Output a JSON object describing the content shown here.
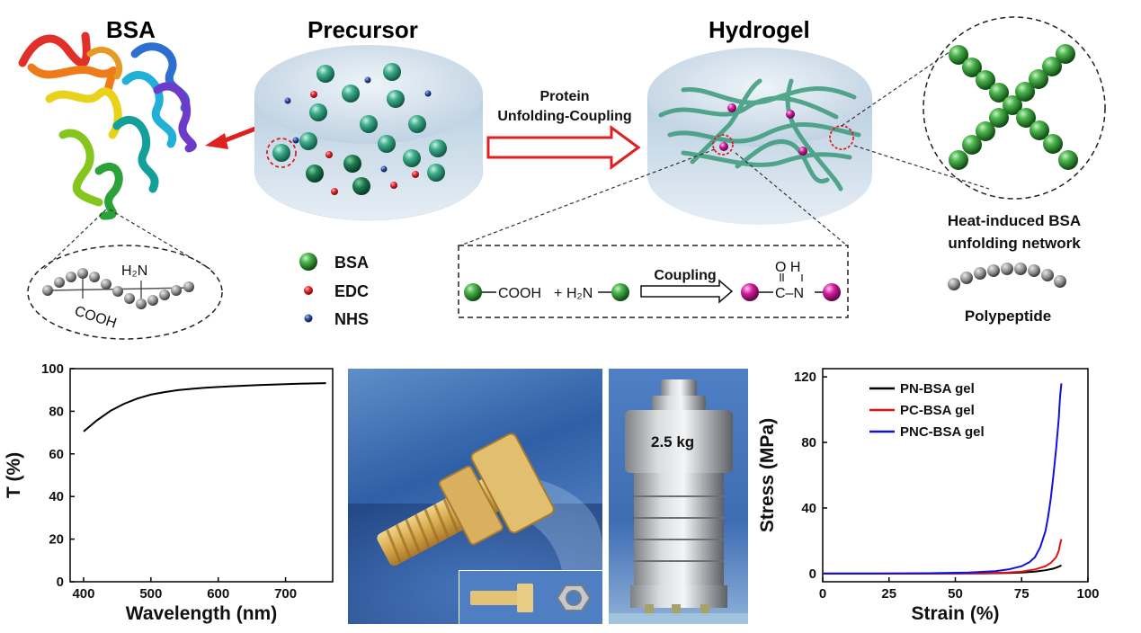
{
  "top": {
    "bsa_title": "BSA",
    "precursor_title": "Precursor",
    "hydrogel_title": "Hydrogel",
    "arrow_label_line1": "Protein",
    "arrow_label_line2": "Unfolding-Coupling",
    "bsa_chain_nh2": "H₂N",
    "bsa_chain_cooh": "COOH",
    "legend": [
      {
        "label": "BSA",
        "color": "#2e8b3a"
      },
      {
        "label": "EDC",
        "color": "#e0202a"
      },
      {
        "label": "NHS",
        "color": "#1f3c8f"
      }
    ],
    "reaction": {
      "left_group": "COOH",
      "plus": "+",
      "amine": "H₂N",
      "arrow_label": "Coupling",
      "product_top": "O  H",
      "product_mid": "C–N"
    },
    "network_caption_line1": "Heat-induced BSA",
    "network_caption_line2": "unfolding network",
    "polypeptide_label": "Polypeptide"
  },
  "photos": {
    "weight_label": "2.5 kg"
  },
  "chart_data": [
    {
      "type": "line",
      "xlabel": "Wavelength (nm)",
      "ylabel": "T (%)",
      "xlim": [
        380,
        770
      ],
      "ylim": [
        0,
        100
      ],
      "xticks": [
        "400",
        "500",
        "600",
        "700"
      ],
      "yticks": [
        "0",
        "20",
        "40",
        "60",
        "80",
        "100"
      ],
      "series": [
        {
          "color": "#000000",
          "x": [
            400,
            420,
            440,
            460,
            480,
            500,
            520,
            540,
            560,
            580,
            600,
            630,
            660,
            690,
            720,
            760
          ],
          "y": [
            70.5,
            75.8,
            80.2,
            83.5,
            86.0,
            87.8,
            89.0,
            89.9,
            90.5,
            91.0,
            91.4,
            91.9,
            92.3,
            92.6,
            92.9,
            93.2
          ]
        }
      ]
    },
    {
      "type": "line",
      "xlabel": "Strain (%)",
      "ylabel": "Stress (MPa)",
      "xlim": [
        0,
        100
      ],
      "ylim": [
        -5,
        125
      ],
      "xticks": [
        "0",
        "25",
        "50",
        "75",
        "100"
      ],
      "yticks": [
        "0",
        "40",
        "80",
        "120"
      ],
      "legend_position": "top-right",
      "series": [
        {
          "name": "PN-BSA gel",
          "color": "#000000",
          "x": [
            0,
            20,
            40,
            60,
            70,
            75,
            80,
            84,
            87,
            89,
            90
          ],
          "y": [
            0,
            0,
            0,
            0.1,
            0.3,
            0.6,
            1.2,
            2.0,
            3.0,
            4.2,
            5.0
          ]
        },
        {
          "name": "PC-BSA gel",
          "color": "#e01010",
          "x": [
            0,
            20,
            40,
            60,
            70,
            75,
            80,
            84,
            86,
            88,
            89,
            89.5,
            90
          ],
          "y": [
            0,
            0,
            0,
            0.2,
            0.6,
            1.2,
            2.5,
            4.5,
            6.5,
            10,
            14,
            18,
            21
          ]
        },
        {
          "name": "PNC-BSA gel",
          "color": "#1010e0",
          "x": [
            0,
            20,
            40,
            55,
            65,
            70,
            75,
            78,
            80,
            82,
            84,
            85,
            86,
            87,
            88,
            89,
            89.5,
            90
          ],
          "y": [
            0,
            0,
            0.2,
            0.6,
            1.5,
            2.5,
            4.5,
            7,
            10,
            16,
            26,
            35,
            46,
            60,
            76,
            95,
            108,
            116
          ]
        }
      ]
    }
  ]
}
